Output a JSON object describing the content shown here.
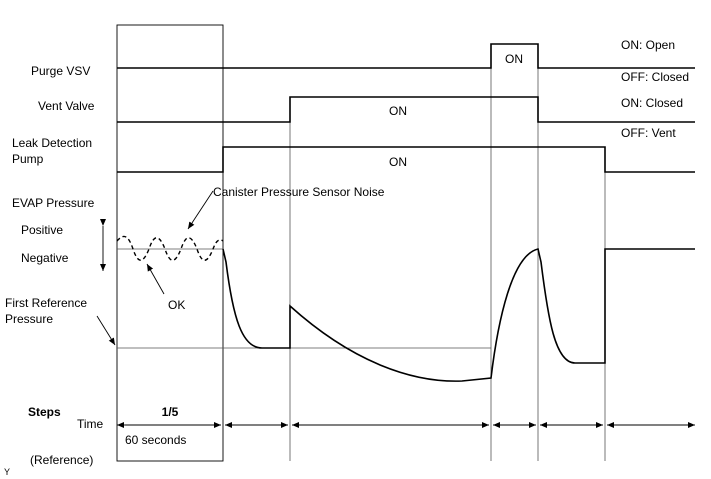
{
  "signals": {
    "purge_vsv": "Purge VSV",
    "vent_valve": "Vent Valve",
    "leak_pump_line1": "Leak Detection",
    "leak_pump_line2": "Pump",
    "evap_pressure": "EVAP Pressure",
    "positive": "Positive",
    "negative": "Negative",
    "first_ref_line1": "First Reference",
    "first_ref_line2": "Pressure"
  },
  "states": {
    "purge_on": "ON",
    "vent_on": "ON",
    "pump_on": "ON",
    "purge_on_desc": "ON: Open",
    "purge_off_desc": "OFF: Closed",
    "vent_on_desc": "ON: Closed",
    "vent_off_desc": "OFF: Vent"
  },
  "annotations": {
    "noise": "Canister Pressure Sensor Noise",
    "ok": "OK"
  },
  "timeline": {
    "steps": "Steps",
    "time": "Time",
    "reference": "(Reference)",
    "step_label": "1/5",
    "duration": "60 seconds"
  },
  "corner_mark": "Y"
}
